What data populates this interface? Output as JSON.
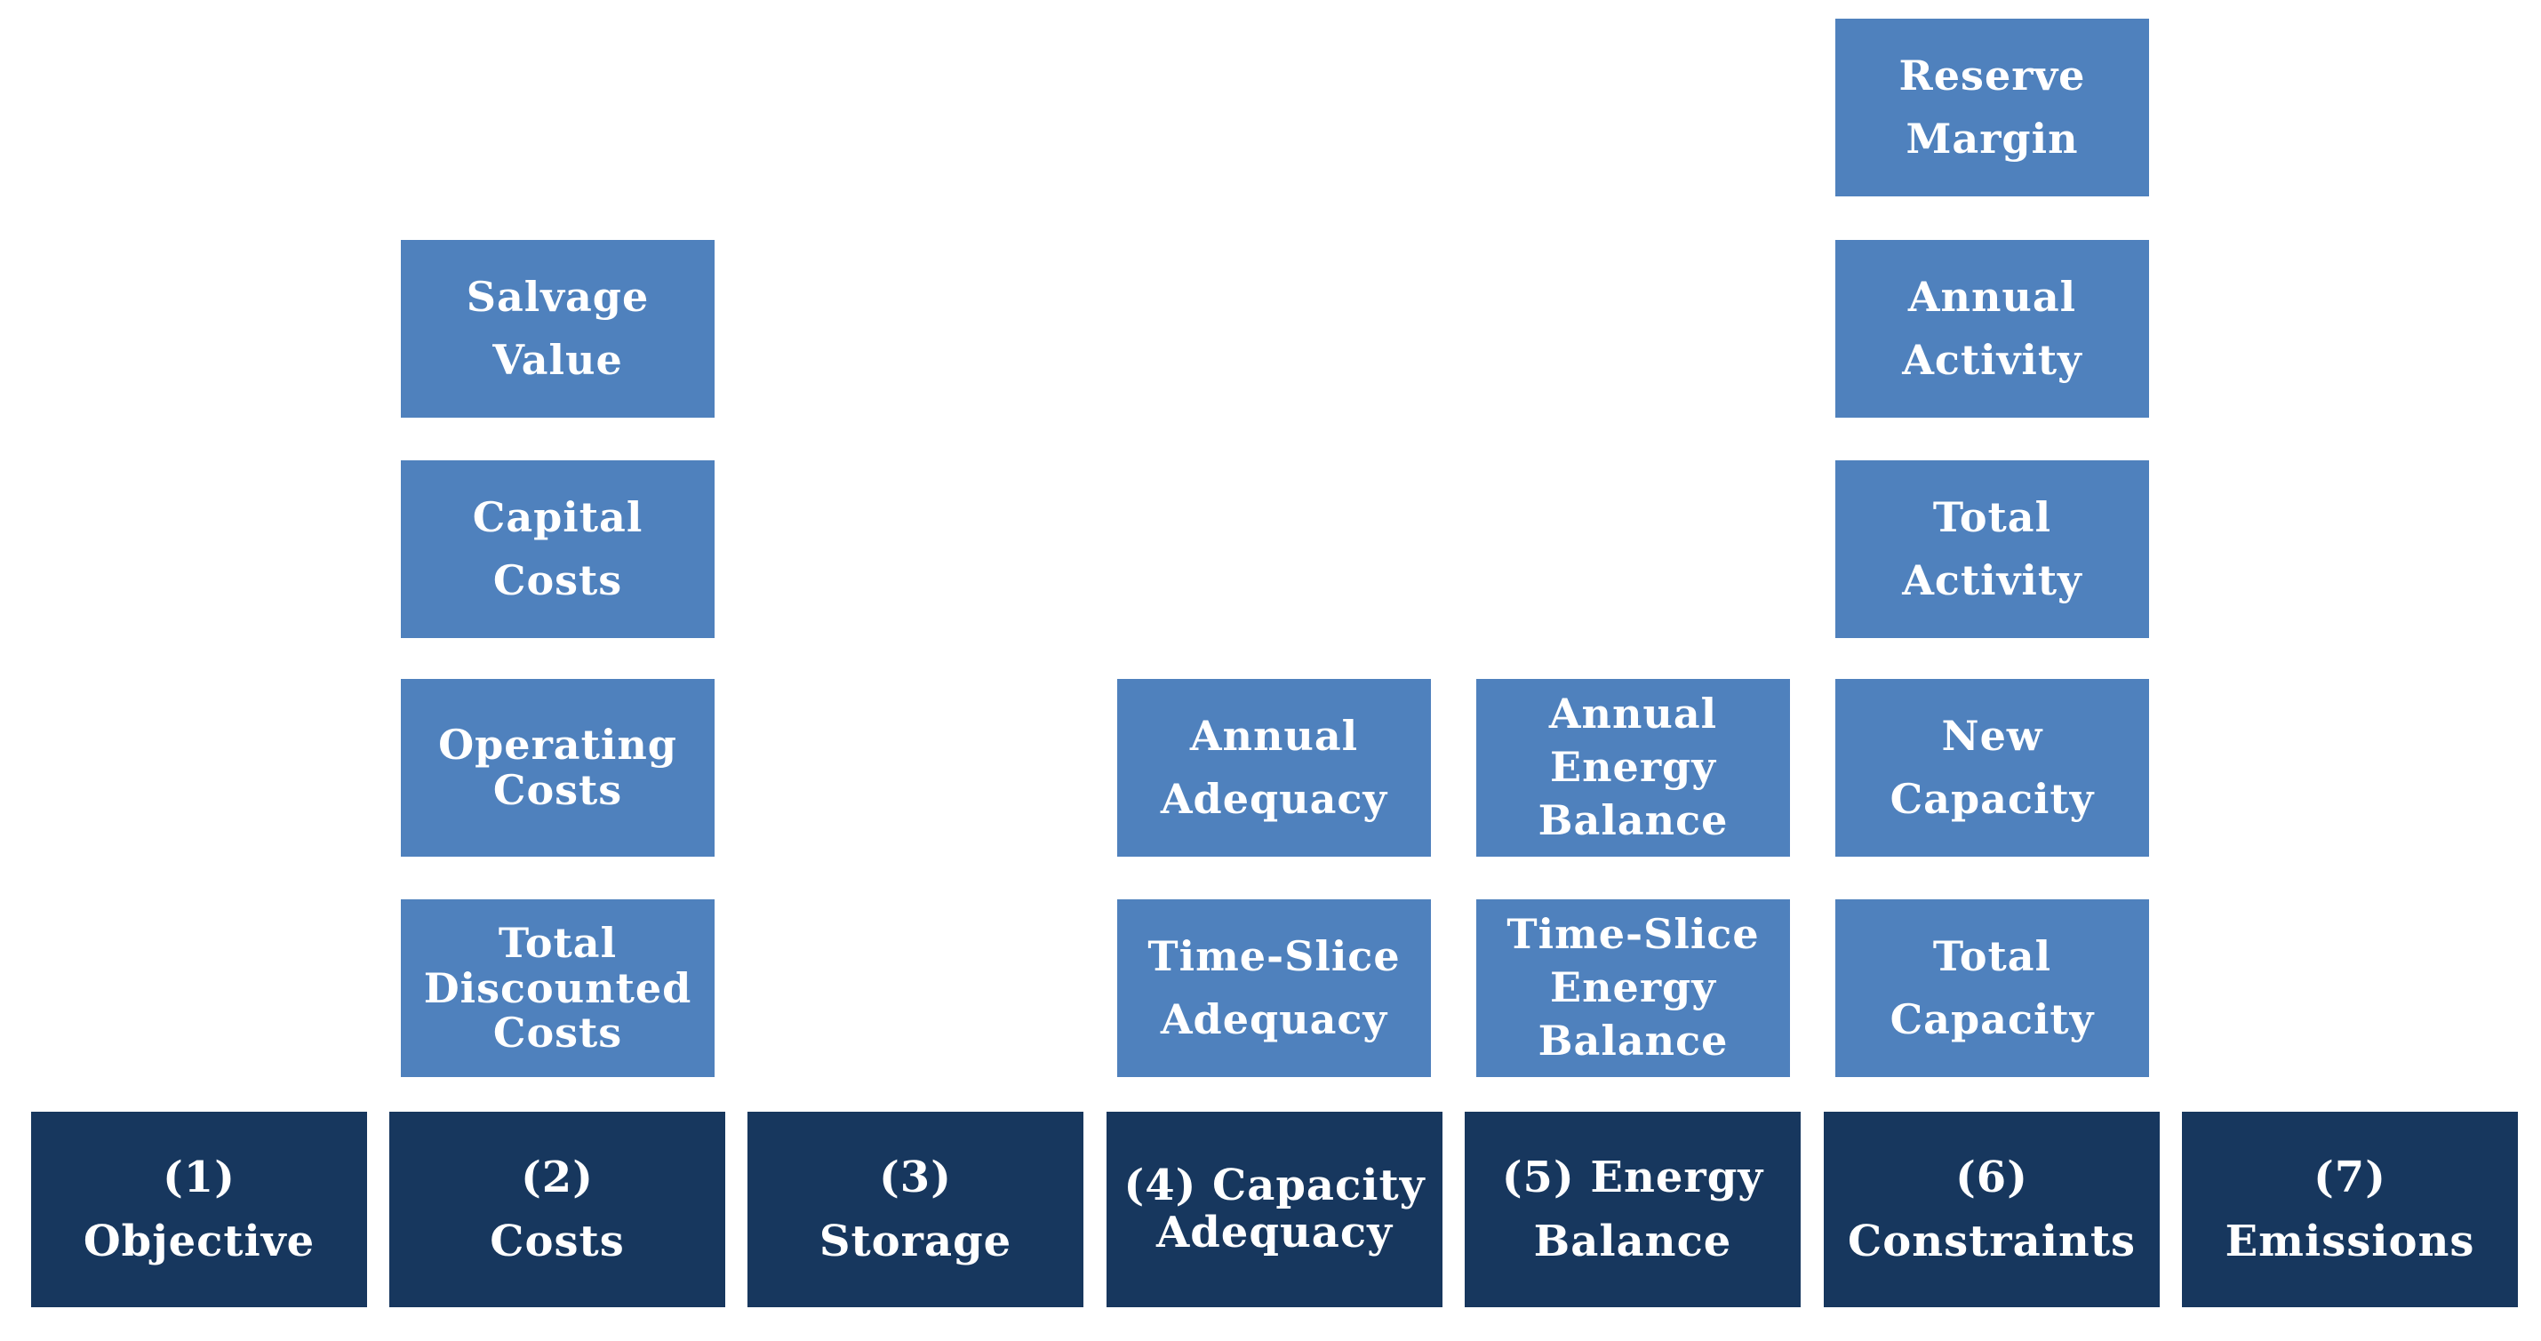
{
  "modules": [
    {
      "label": "(1)\nObjective"
    },
    {
      "label": "(2)\nCosts"
    },
    {
      "label": "(3)\nStorage"
    },
    {
      "label": "(4) Capacity\nAdequacy"
    },
    {
      "label": "(5) Energy\nBalance"
    },
    {
      "label": "(6)\nConstraints"
    },
    {
      "label": "(7)\nEmissions"
    }
  ],
  "costs": {
    "salvage_value": "Salvage\nValue",
    "capital_costs": "Capital Costs",
    "operating_costs": "Operating\nCosts",
    "total_discounted_costs": "Total\nDiscounted\nCosts"
  },
  "capacity_adequacy": {
    "annual_adequacy": "Annual\nAdequacy",
    "time_slice_adequacy": "Time-Slice\nAdequacy"
  },
  "energy_balance": {
    "annual_energy_balance": "Annual\nEnergy\nBalance",
    "time_slice_energy_balance": "Time-Slice\nEnergy\nBalance"
  },
  "constraints": {
    "reserve_margin": "Reserve\nMargin",
    "annual_activity": "Annual\nActivity",
    "total_activity": "Total\nActivity",
    "new_capacity": "New\nCapacity",
    "total_capacity": "Total\nCapacity"
  },
  "colors": {
    "main_box": "#17375e",
    "sub_box": "#4f81bd",
    "text": "#ffffff"
  }
}
